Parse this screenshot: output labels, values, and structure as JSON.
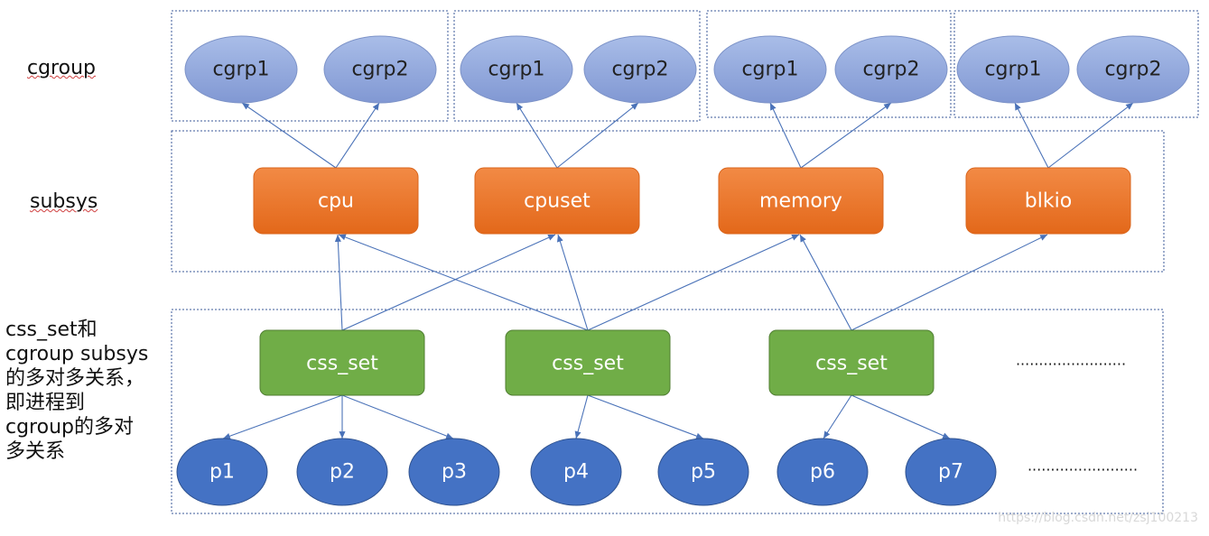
{
  "labels": {
    "cgroup_label": "cgroup",
    "subsys_label": "subsys",
    "relation_label": [
      "css_set和",
      "cgroup subsys",
      "的多对多关系，",
      "即进程到",
      "cgroup的多对",
      "多关系"
    ]
  },
  "cgroup_groups": [
    {
      "nodes": [
        "cgrp1",
        "cgrp2"
      ]
    },
    {
      "nodes": [
        "cgrp1",
        "cgrp2"
      ]
    },
    {
      "nodes": [
        "cgrp1",
        "cgrp2"
      ]
    },
    {
      "nodes": [
        "cgrp1",
        "cgrp2"
      ]
    }
  ],
  "subsystems": [
    "cpu",
    "cpuset",
    "memory",
    "blkio"
  ],
  "css_sets": [
    "css_set",
    "css_set",
    "css_set"
  ],
  "processes": [
    "p1",
    "p2",
    "p3",
    "p4",
    "p5",
    "p6",
    "p7"
  ],
  "ellipsis": [
    "........................",
    "........................"
  ],
  "watermark": "https://blog.csdn.net/zsj100213",
  "colors": {
    "cgroup_fill": "#93a9dc",
    "subsys_fill": "#ec7422",
    "css_fill": "#70ad47",
    "process_fill": "#4472c4",
    "edge": "#4a72b8",
    "box_border": "#3b5a9a"
  }
}
